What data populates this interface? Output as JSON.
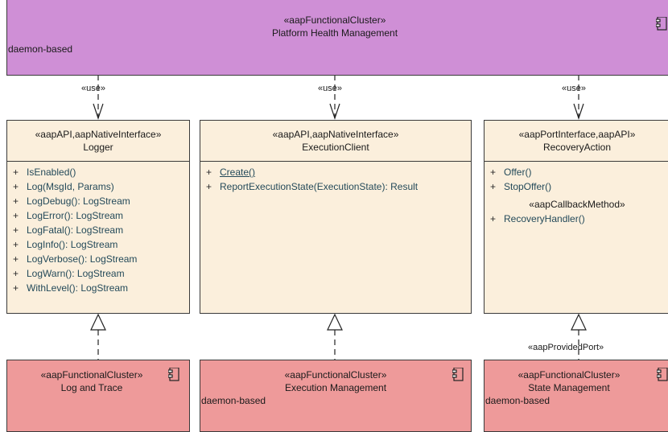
{
  "top_cluster": {
    "stereotype": "«aapFunctionalCluster»",
    "name": "Platform Health Management",
    "note": "daemon-based"
  },
  "use_labels": [
    "«use»",
    "«use»",
    "«use»"
  ],
  "interfaces": [
    {
      "stereotype": "«aapAPI,aapNativeInterface»",
      "name": "Logger",
      "ops": [
        "IsEnabled()",
        "Log(MsgId, Params)",
        "LogDebug(): LogStream",
        "LogError(): LogStream",
        "LogFatal(): LogStream",
        "LogInfo(): LogStream",
        "LogVerbose(): LogStream",
        "LogWarn(): LogStream",
        "WithLevel(): LogStream"
      ]
    },
    {
      "stereotype": "«aapAPI,aapNativeInterface»",
      "name": "ExecutionClient",
      "ops": [
        "Create()",
        "ReportExecutionState(ExecutionState): Result"
      ]
    },
    {
      "stereotype": "«aapPortInterface,aapAPI»",
      "name": "RecoveryAction",
      "ops": [
        "Offer()",
        "StopOffer()"
      ],
      "callback_stereotype": "«aapCallbackMethod»",
      "callback_ops": [
        "RecoveryHandler()"
      ]
    }
  ],
  "provided_port_label": "«aapProvidedPort»",
  "bottom_clusters": [
    {
      "stereotype": "«aapFunctionalCluster»",
      "name": "Log and Trace",
      "note": ""
    },
    {
      "stereotype": "«aapFunctionalCluster»",
      "name": "Execution Management",
      "note": "daemon-based"
    },
    {
      "stereotype": "«aapFunctionalCluster»",
      "name": "State Management",
      "note": "daemon-based"
    }
  ],
  "colors": {
    "top_cluster": "#cf8fd6",
    "bottom_cluster": "#ee9a9a",
    "interface": "#fbefdc",
    "operation_text": "#244a5a"
  },
  "icons": [
    "component-icon"
  ]
}
